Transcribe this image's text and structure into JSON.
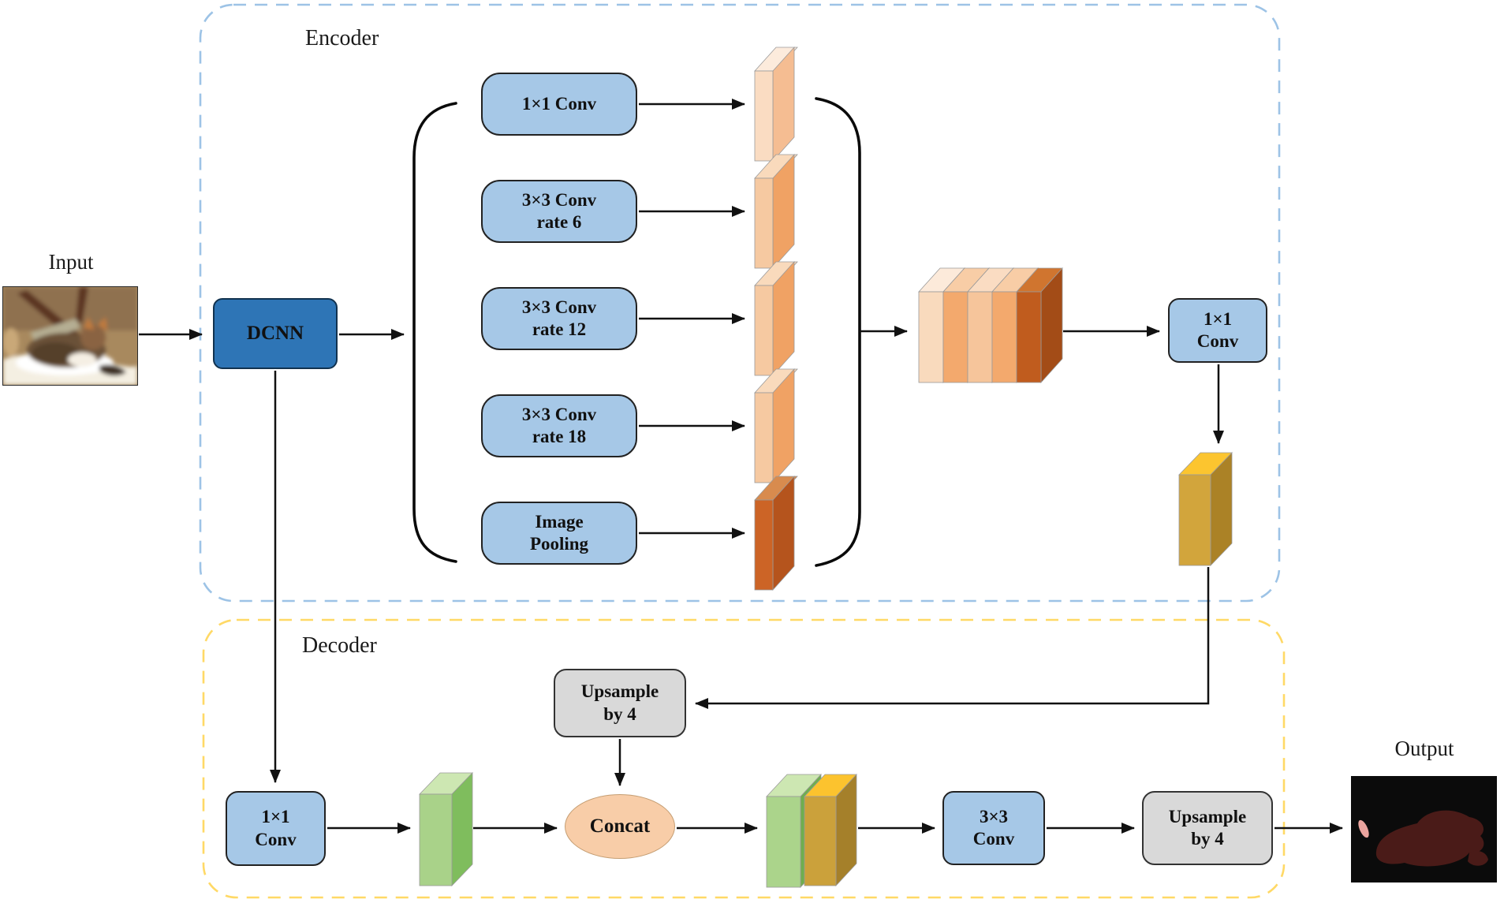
{
  "labels": {
    "input": "Input",
    "output": "Output"
  },
  "encoder": {
    "title": "Encoder",
    "dcnn": "DCNN",
    "branches": [
      {
        "label": "1×1 Conv"
      },
      {
        "label": "3×3 Conv\nrate 6"
      },
      {
        "label": "3×3 Conv\nrate 12"
      },
      {
        "label": "3×3 Conv\nrate 18"
      },
      {
        "label": "Image\nPooling"
      }
    ],
    "conv_1x1": "1×1\nConv"
  },
  "decoder": {
    "title": "Decoder",
    "conv_1x1": "1×1\nConv",
    "upsample_top": "Upsample\nby 4",
    "concat": "Concat",
    "conv_3x3": "3×3\nConv",
    "upsample_bottom": "Upsample\nby 4"
  },
  "colors": {
    "node_blue_fill": "#a6c8e7",
    "dcnn_fill": "#2e75b6",
    "gray_fill": "#d9d9d9",
    "concat_fill": "#f8cda8",
    "encoder_border_dash": "#9dc3e6",
    "decoder_border_dash": "#ffd966",
    "slab_orange_light": "#f6c9a1",
    "slab_orange_mid": "#f0a264",
    "slab_orange_dark": "#b5541d",
    "slab_yellow_front": "#d2a53c",
    "slab_yellow_top": "#fcc52f",
    "slab_green_front": "#a9d289",
    "arrow_stroke": "#111111"
  }
}
